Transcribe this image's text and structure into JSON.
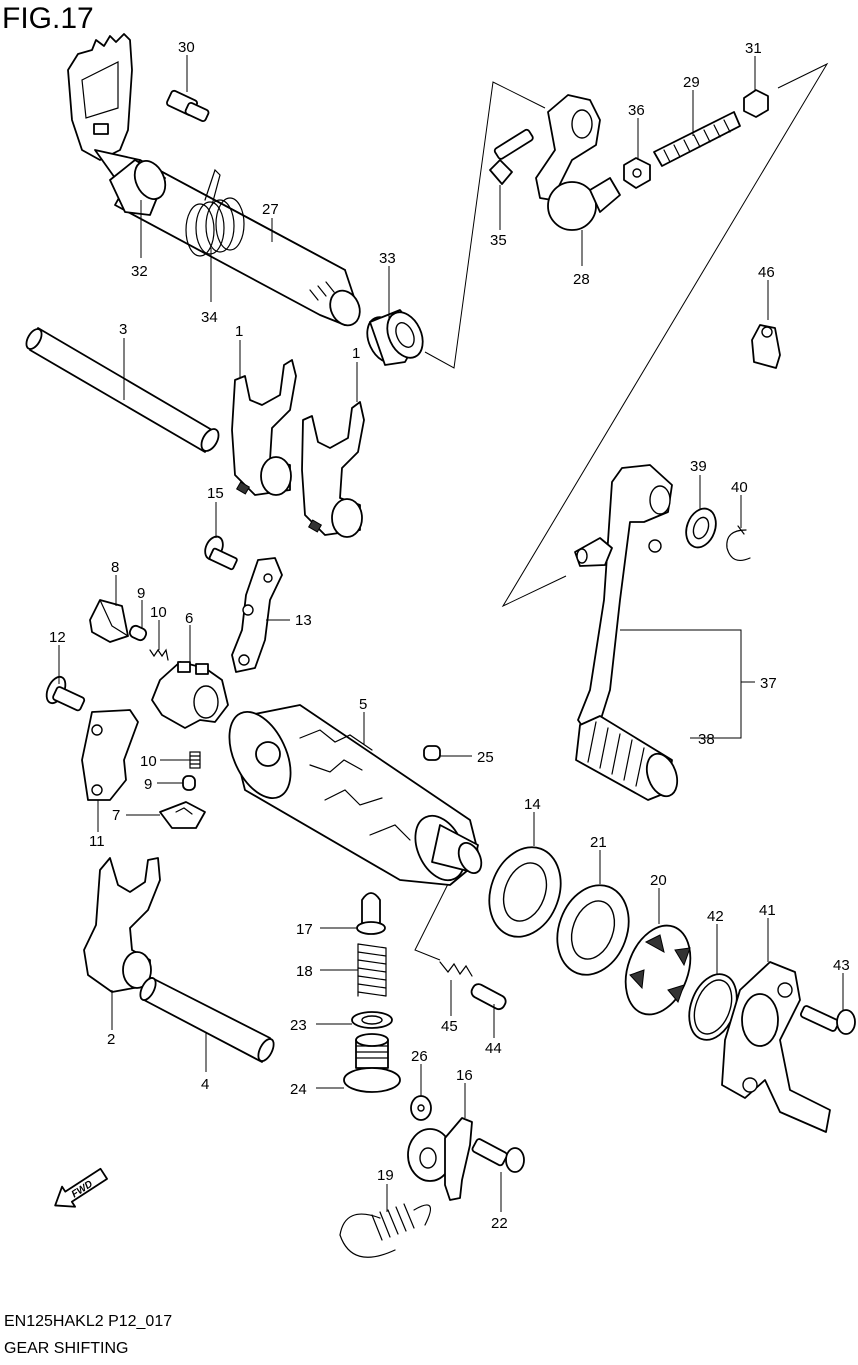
{
  "header": {
    "title": "FIG.17"
  },
  "footer": {
    "code": "EN125HAKL2 P12_017",
    "name": "GEAR SHIFTING"
  },
  "labels": [
    "30",
    "27",
    "32",
    "34",
    "33",
    "35",
    "28",
    "36",
    "29",
    "31",
    "46",
    "3",
    "1",
    "1",
    "15",
    "8",
    "9",
    "10",
    "6",
    "13",
    "12",
    "10",
    "9",
    "7",
    "11",
    "5",
    "25",
    "39",
    "40",
    "37",
    "38",
    "14",
    "21",
    "20",
    "42",
    "41",
    "43",
    "2",
    "4",
    "17",
    "18",
    "23",
    "24",
    "45",
    "44",
    "26",
    "16",
    "22",
    "19"
  ],
  "arrow": {
    "text": "FWD"
  }
}
